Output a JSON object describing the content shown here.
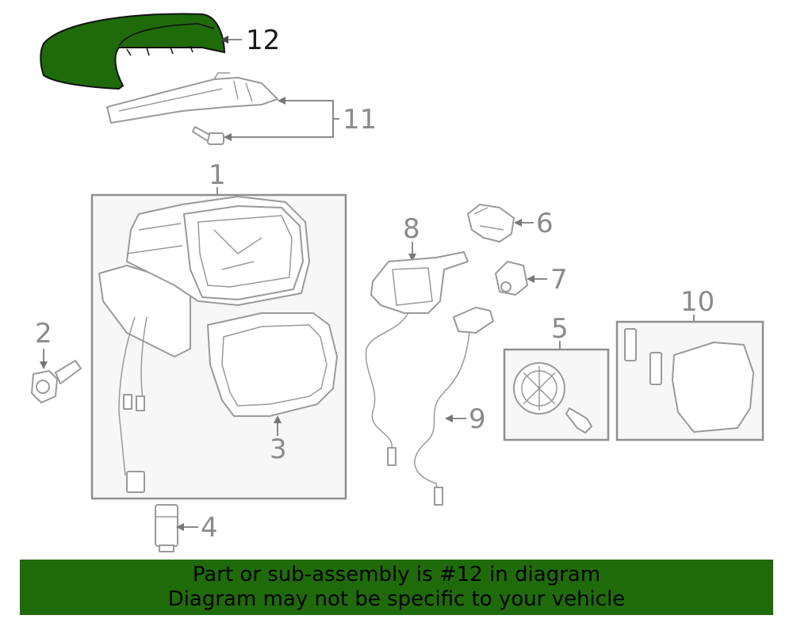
{
  "callouts": {
    "c1": "1",
    "c2": "2",
    "c3": "3",
    "c4": "4",
    "c5": "5",
    "c6": "6",
    "c7": "7",
    "c8": "8",
    "c9": "9",
    "c10": "10",
    "c11": "11",
    "c12": "12"
  },
  "highlight_color": "#1f6b0a",
  "banner": {
    "line1": "Part or sub-assembly is #12 in diagram",
    "line2": "Diagram may not be specific to your vehicle"
  }
}
